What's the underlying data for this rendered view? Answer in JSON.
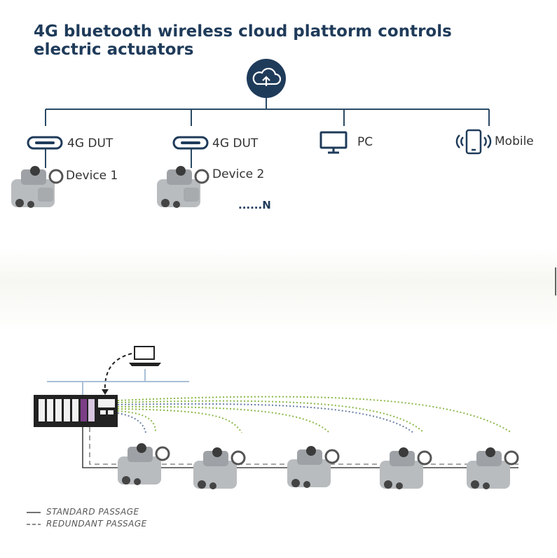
{
  "title": {
    "line1": "4G bluetooth wireless cloud plattorm controls",
    "line2": "electric actuators"
  },
  "colors": {
    "title": "#1f3b5a",
    "cloud_circle": "#1f3b5a",
    "tree_line": "#2b4a66",
    "dotted_green": "#8cb84a",
    "dotted_blue": "#6b7fa6",
    "controller": "#222222"
  },
  "top_nodes": [
    {
      "icon": "usb-c-icon",
      "label": "4G DUT"
    },
    {
      "icon": "usb-c-icon",
      "label": "4G DUT"
    },
    {
      "icon": "monitor-icon",
      "label": "PC"
    },
    {
      "icon": "mobile-icon",
      "label": "Mobile"
    }
  ],
  "devices": [
    {
      "label": "Device 1"
    },
    {
      "label": "Device 2"
    }
  ],
  "more_label": "......N",
  "cloud_icon": "cloud-upload-icon",
  "legend": {
    "standard": "STANDARD PASSAGE",
    "redundant": "REDUNDANT PASSAGE"
  }
}
